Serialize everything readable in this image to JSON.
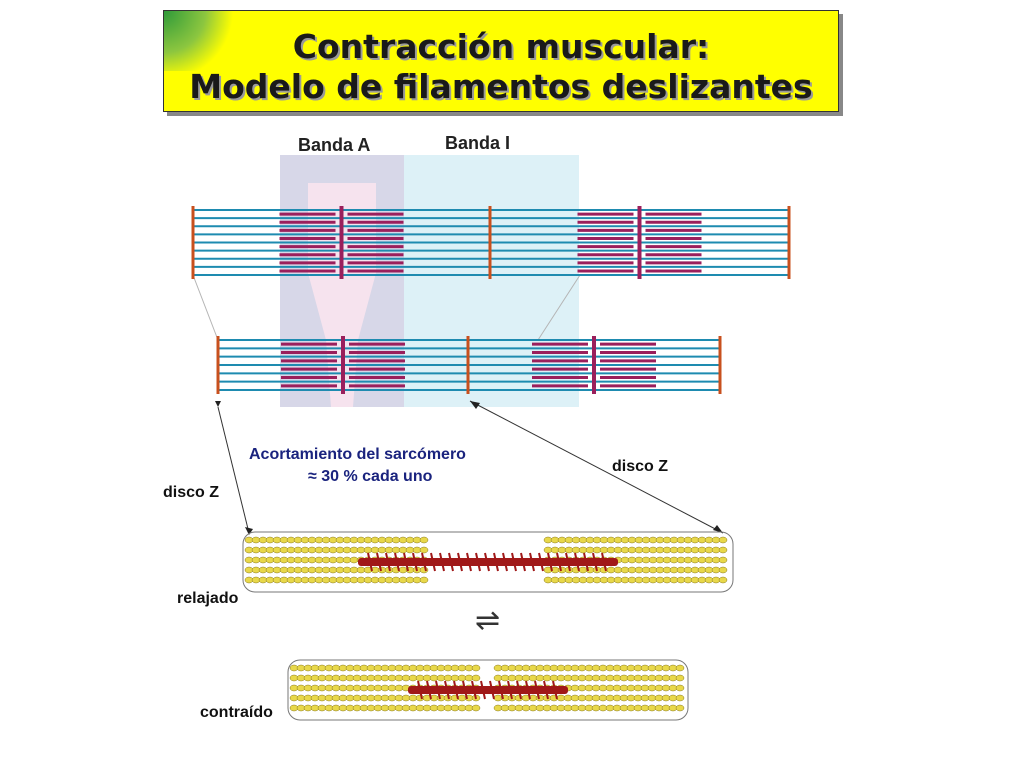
{
  "title": {
    "line1": "Contracción muscular:",
    "line2": "Modelo de filamentos deslizantes"
  },
  "labels": {
    "banda_a": "Banda A",
    "banda_i": "Banda I",
    "disco_z_right": "disco Z",
    "disco_z_left": "disco Z",
    "shortening_line1": "Acortamiento del sarcómero",
    "shortening_line2": "≈ 30 % cada uno",
    "relajado": "relajado",
    "contraido": "contraído",
    "equilibrium_symbol": "⇌"
  },
  "colors": {
    "title_bg": "#ffff00",
    "actin": "#1e8bb0",
    "myosin": "#9a1f5c",
    "z_disc": "#c8501e",
    "band_a_shade": "#c9c9e0",
    "band_i_shade": "#d4edf5",
    "annotation_text": "#1a237e",
    "bead_yellow": "#e8d84a",
    "myosin_red": "#a01818"
  }
}
